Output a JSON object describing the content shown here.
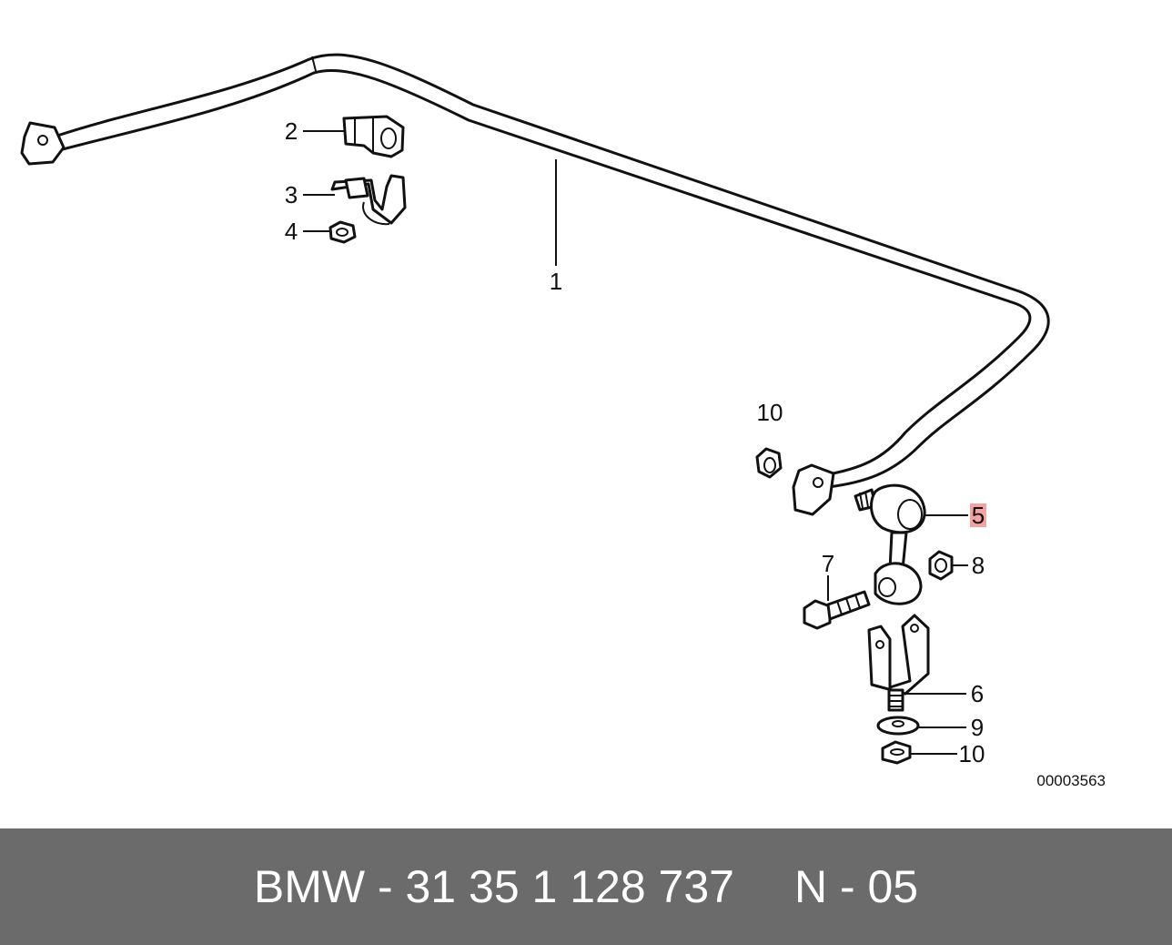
{
  "diagram": {
    "callouts": [
      {
        "id": "1",
        "label": "1"
      },
      {
        "id": "2",
        "label": "2"
      },
      {
        "id": "3",
        "label": "3"
      },
      {
        "id": "4",
        "label": "4"
      },
      {
        "id": "5",
        "label": "5",
        "highlight": "#f4a3a3"
      },
      {
        "id": "6",
        "label": "6"
      },
      {
        "id": "7",
        "label": "7"
      },
      {
        "id": "8",
        "label": "8"
      },
      {
        "id": "9",
        "label": "9"
      },
      {
        "id": "10a",
        "label": "10"
      },
      {
        "id": "10b",
        "label": "10"
      }
    ],
    "reference_code": "00003563"
  },
  "footer": {
    "part_number": "BMW - 31 35 1 128 737",
    "position": "N - 05"
  }
}
